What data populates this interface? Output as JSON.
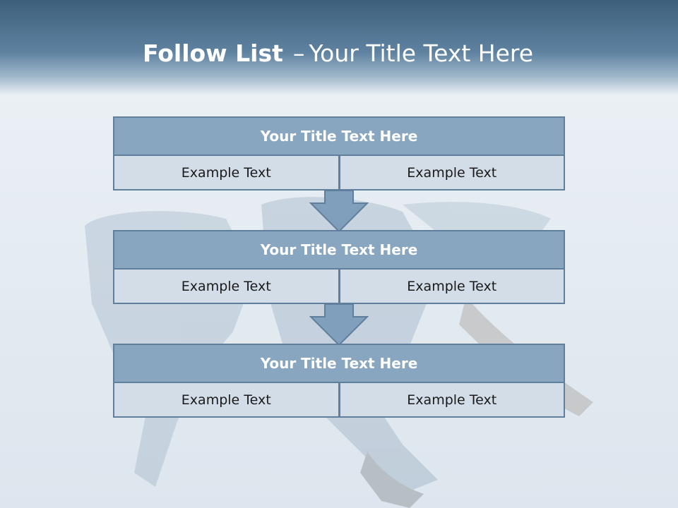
{
  "slide": {
    "title_bold": "Follow List",
    "title_dash": "–",
    "title_rest": "Your Title Text Here"
  },
  "blocks": [
    {
      "title": "Your Title Text Here",
      "cells": [
        "Example Text",
        "Example Text"
      ]
    },
    {
      "title": "Your Title Text Here",
      "cells": [
        "Example Text",
        "Example Text"
      ]
    },
    {
      "title": "Your Title Text Here",
      "cells": [
        "Example Text",
        "Example Text"
      ]
    }
  ],
  "colors": {
    "header_band": "#3d5f7c",
    "block_title_fill": "#89a6c1",
    "block_cell_fill": "#d3dde8",
    "border": "#5f7f9c",
    "arrow_fill": "#7f9fbc"
  },
  "background_image": "faded dancer photo"
}
